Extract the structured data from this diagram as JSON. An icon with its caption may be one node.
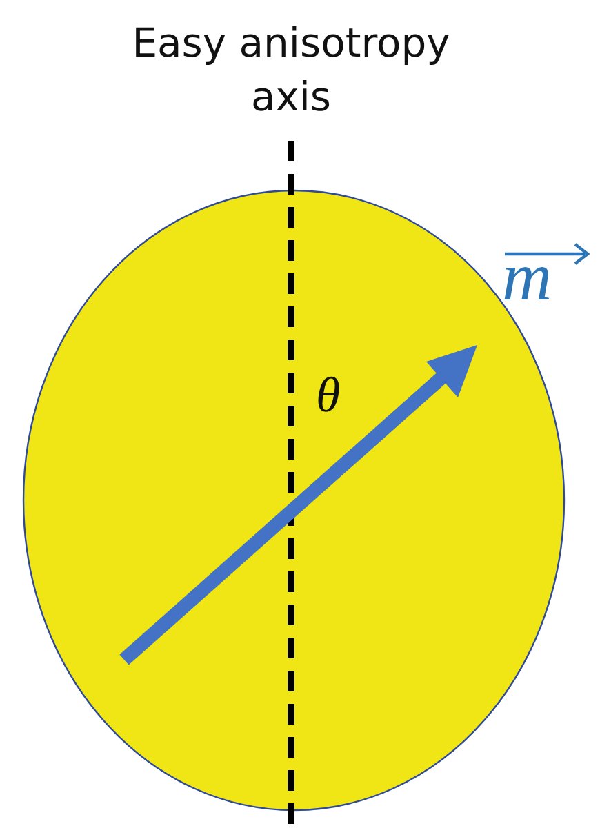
{
  "diagram": {
    "nodes": [
      {
        "text": [],
        "shape": "circle"
      }
    ],
    "labels": [
      "Easy anisotropy axis",
      "θ",
      "m"
    ]
  }
}
